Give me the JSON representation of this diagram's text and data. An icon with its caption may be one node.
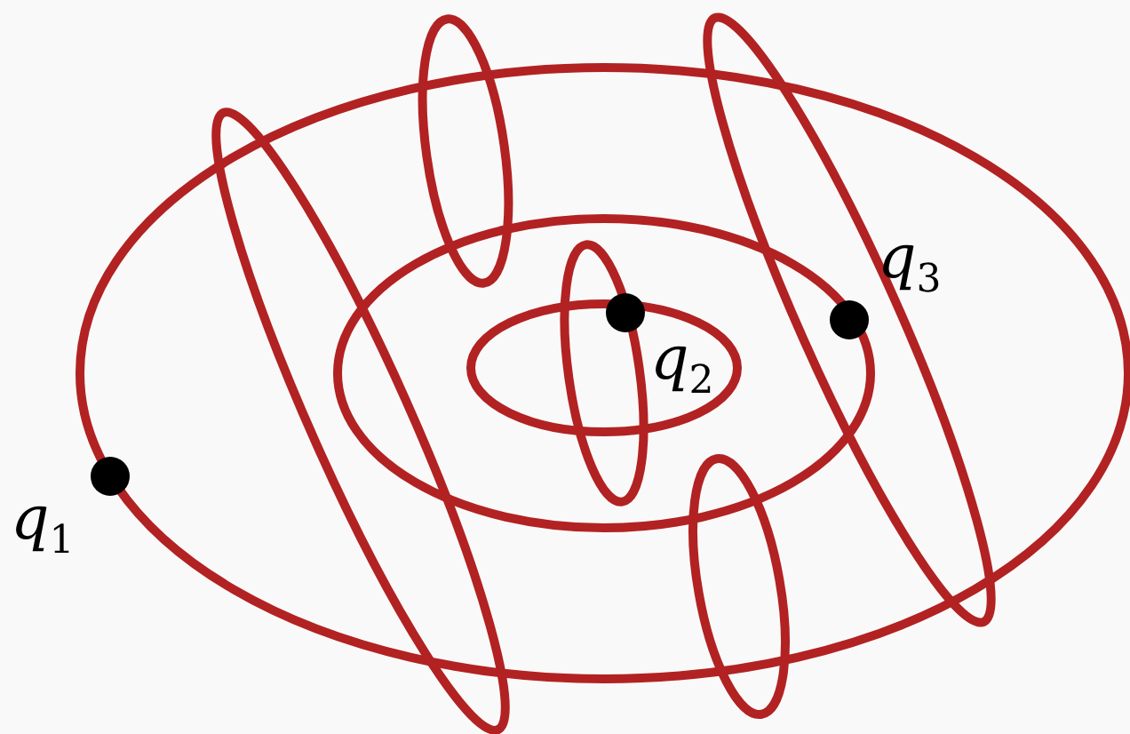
{
  "diagram": {
    "labels": [
      "q$_{3}$",
      "q$_{2}$",
      "q$_{1}$"
    ]
  }
}
